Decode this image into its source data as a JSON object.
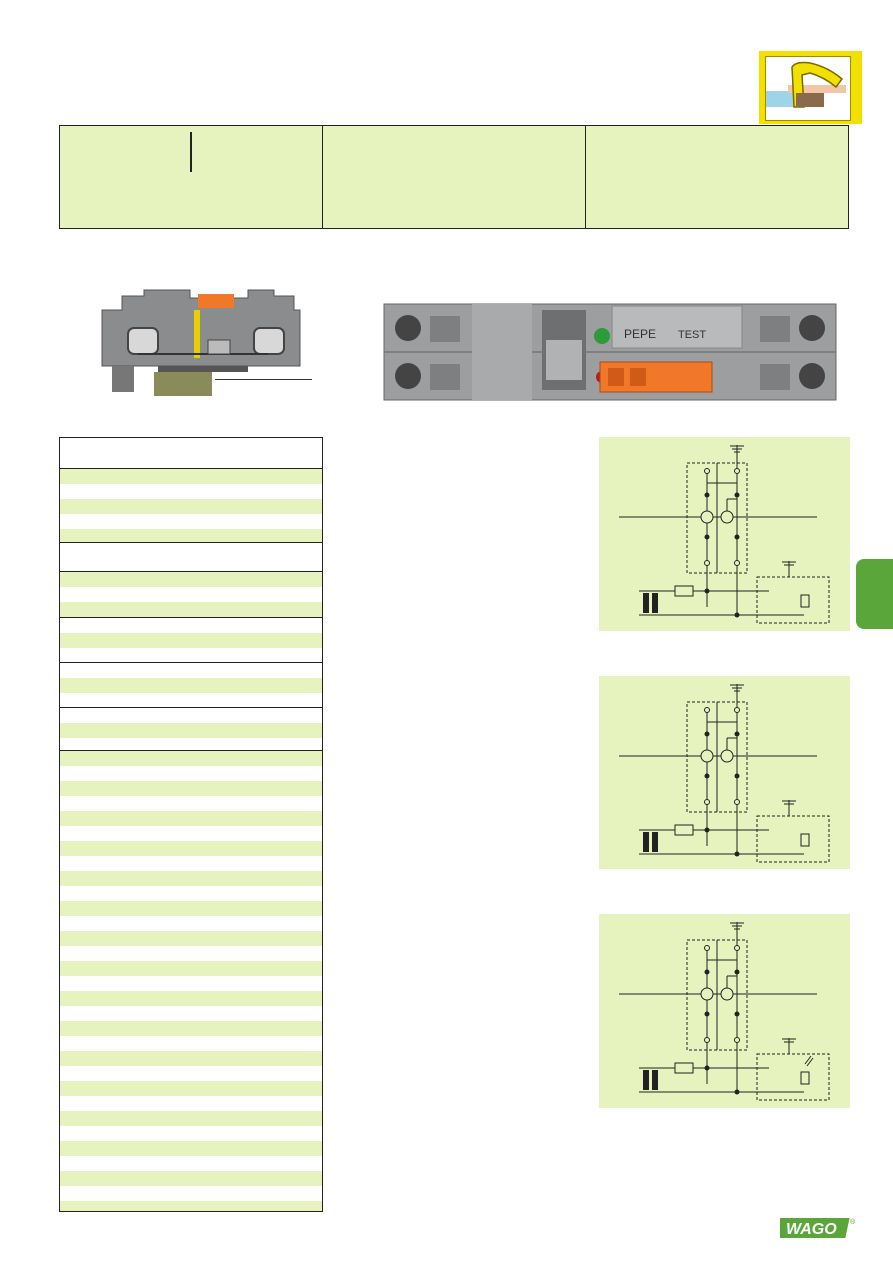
{
  "brand": {
    "logo_text": "WAGO",
    "registered": "®",
    "accent_color": "#5aa63a",
    "yellow_color": "#f2e100",
    "panel_color": "#e6f3bf"
  },
  "header": {
    "cells": [
      "",
      "",
      ""
    ]
  },
  "photo": {
    "labels": [
      "PE",
      "PE",
      "TEST"
    ]
  },
  "icons": {
    "corner": "cage-clamp-lever-icon",
    "section_tab": "section-tab"
  }
}
